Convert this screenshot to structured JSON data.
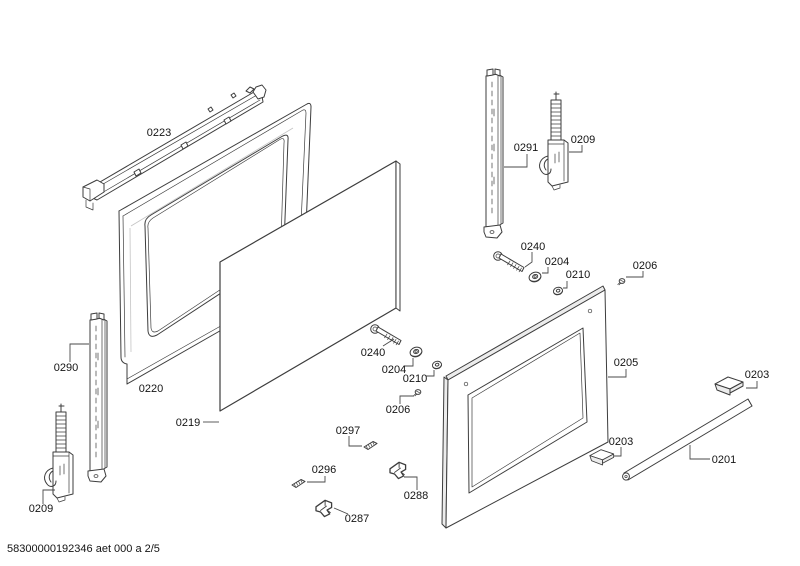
{
  "footer": {
    "text": "58300000192346 aet 000 a 2/5"
  },
  "colors": {
    "line": "#3d3d3d",
    "label_text": "#141414",
    "leader": "#4a4a4a",
    "shade_light": "#ececec",
    "background": "#ffffff"
  },
  "callouts": [
    {
      "label": "0223"
    },
    {
      "label": "0291"
    },
    {
      "label": "0209"
    },
    {
      "label": "0240"
    },
    {
      "label": "0204"
    },
    {
      "label": "0210"
    },
    {
      "label": "0206"
    },
    {
      "label": "0290"
    },
    {
      "label": "0220"
    },
    {
      "label": "0219"
    },
    {
      "label": "0240"
    },
    {
      "label": "0204"
    },
    {
      "label": "0210"
    },
    {
      "label": "0206"
    },
    {
      "label": "0205"
    },
    {
      "label": "0203"
    },
    {
      "label": "0203"
    },
    {
      "label": "0201"
    },
    {
      "label": "0297"
    },
    {
      "label": "0296"
    },
    {
      "label": "0288"
    },
    {
      "label": "0287"
    },
    {
      "label": "0209"
    }
  ]
}
